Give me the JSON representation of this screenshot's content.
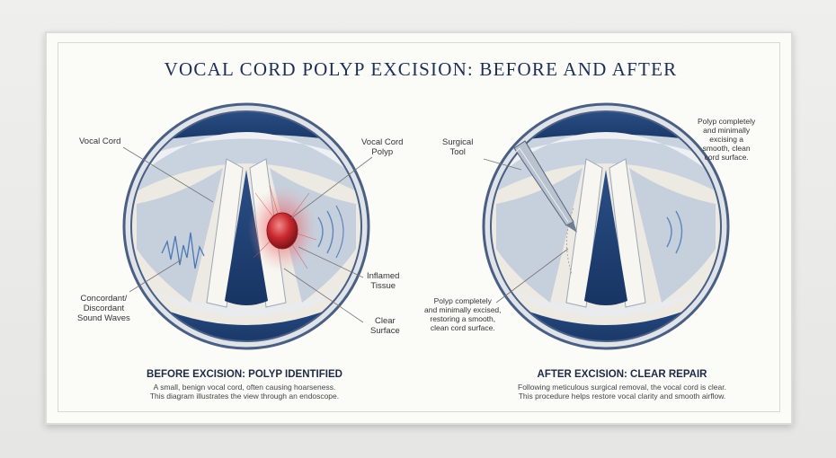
{
  "title": "VOCAL CORD POLYP EXCISION: BEFORE AND AFTER",
  "before": {
    "labels": {
      "vocal_cord": "Vocal Cord",
      "polyp_line1": "Vocal Cord",
      "polyp_line2": "Polyp",
      "inflamed_line1": "Inflamed",
      "inflamed_line2": "Tissue",
      "clear_line1": "Clear",
      "clear_line2": "Surface",
      "waves_line1": "Concordant/",
      "waves_line2": "Discordant",
      "waves_line3": "Sound Waves"
    },
    "caption_title": "BEFORE EXCISION: POLYP IDENTIFIED",
    "caption_line1": "A small, benign vocal cord, often causing hoarseness.",
    "caption_line2": "This diagram illustrates the view through an endoscope."
  },
  "after": {
    "labels": {
      "tool_line1": "Surgical",
      "tool_line2": "Tool",
      "top_line1": "Polyp completely",
      "top_line2": "and minimally",
      "top_line3": "excising a",
      "top_line4": "smooth, clean",
      "top_line5": "cord surface.",
      "bottom_line1": "Polyp completely",
      "bottom_line2": "and minimally excised,",
      "bottom_line3": "restoring a smooth,",
      "bottom_line4": "clean cord surface."
    },
    "caption_title": "AFTER EXCISION: CLEAR REPAIR",
    "caption_line1": "Following meticulous surgical removal, the vocal cord is clear.",
    "caption_line2": "This procedure helps restore vocal clarity and smooth airflow."
  },
  "colors": {
    "navy": "#1f3f73",
    "steel": "#8a9bb8",
    "cartilage": "#f3f1ea",
    "polyp": "#c8282e"
  }
}
